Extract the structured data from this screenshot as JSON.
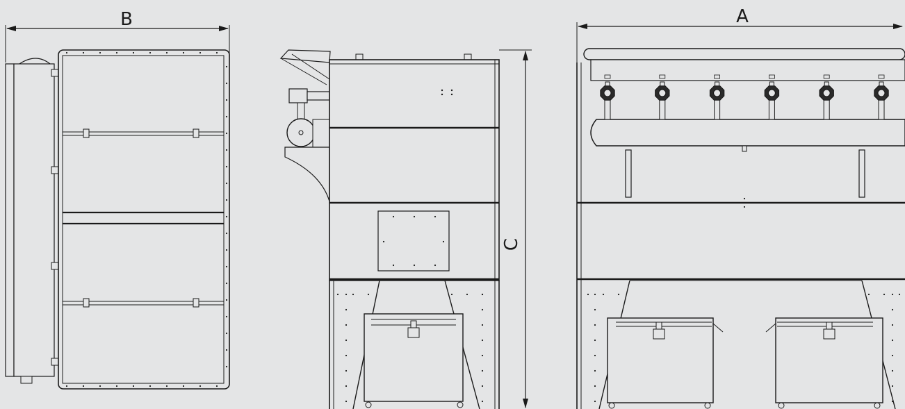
{
  "dimensions": {
    "width_label": "B",
    "height_label": "C",
    "length_label": "A"
  },
  "views": {
    "side_view": {
      "valve_count": 0
    },
    "front_view": {
      "valve_count": 6,
      "drawer_count": 2
    }
  },
  "colors": {
    "background": "#e4e5e6",
    "line": "#1a1a1a"
  }
}
